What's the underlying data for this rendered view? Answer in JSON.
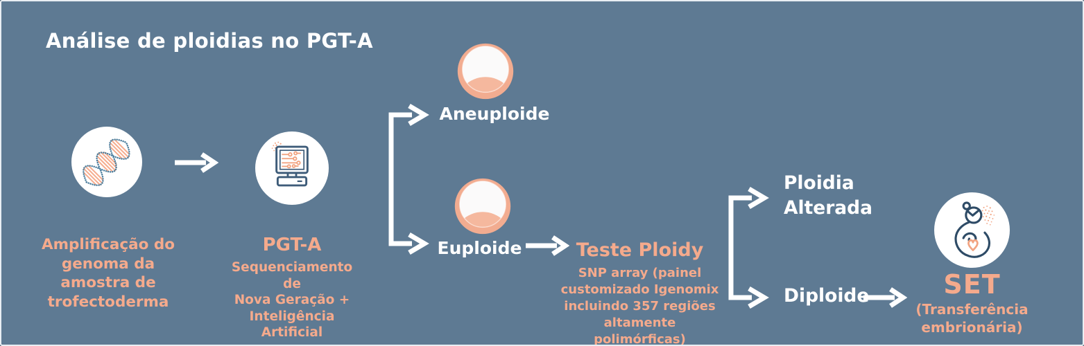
{
  "canvas": {
    "background_color": "#5e7a93",
    "border_color": "#e9eef3",
    "accent_salmon": "#f5aa8c",
    "icon_navy": "#2e4b66",
    "text_white": "#ffffff"
  },
  "title": "Análise de ploidias no PGT-A",
  "flow": {
    "amplification": {
      "icon": "dna",
      "label": "Amplificação do\ngenoma da\namostra de\ntrofectoderma"
    },
    "pgta": {
      "icon": "computer",
      "title": "PGT-A",
      "subtitle": "Sequenciamento de\nNova Geração +\nInteligência Artificial"
    },
    "aneuploid": {
      "icon": "embryo",
      "label": "Aneuploide"
    },
    "euploid": {
      "icon": "embryo",
      "label": "Euploide"
    },
    "ploidy_test": {
      "title": "Teste Ploidy",
      "subtitle": "SNP array  (painel\ncustomizado Igenomix\nincluindo 357 regiões\naltamente polimórficas)"
    },
    "outcomes": {
      "altered": "Ploidia\nAlterada",
      "diploid": "Diploide"
    },
    "set": {
      "icon": "pregnant-woman",
      "title": "SET",
      "subtitle": "(Transferência\nembrionária)"
    }
  }
}
